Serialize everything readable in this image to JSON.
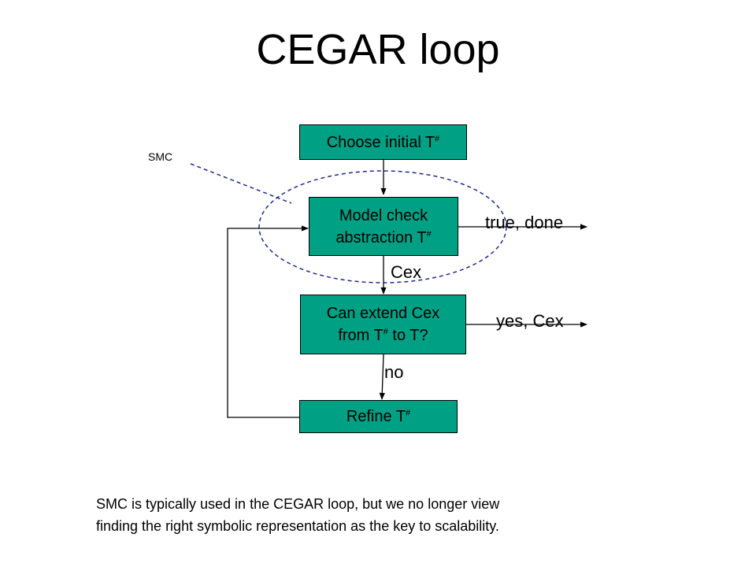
{
  "title": "CEGAR loop",
  "colors": {
    "box_fill": "#00a085",
    "stroke": "#000000",
    "dashed_stroke": "#1f2a8c"
  },
  "nodes": {
    "choose": {
      "text": "Choose initial T",
      "sup": "#"
    },
    "model_check": {
      "line1": "Model check",
      "line2": "abstraction T",
      "sup": "#"
    },
    "extend": {
      "line1": "Can extend Cex",
      "line2_a": "from T",
      "sup": "#",
      "line2_b": " to T?"
    },
    "refine": {
      "text": "Refine T",
      "sup": "#"
    }
  },
  "edge_labels": {
    "true_done": "true, done",
    "cex": "Cex",
    "yes_cex": "yes, Cex",
    "no": "no"
  },
  "annotation": {
    "smc": "SMC"
  },
  "footnote": {
    "line1": "SMC is typically used in the CEGAR loop, but we no longer view",
    "line2": "finding the right symbolic representation as the key to scalability."
  }
}
